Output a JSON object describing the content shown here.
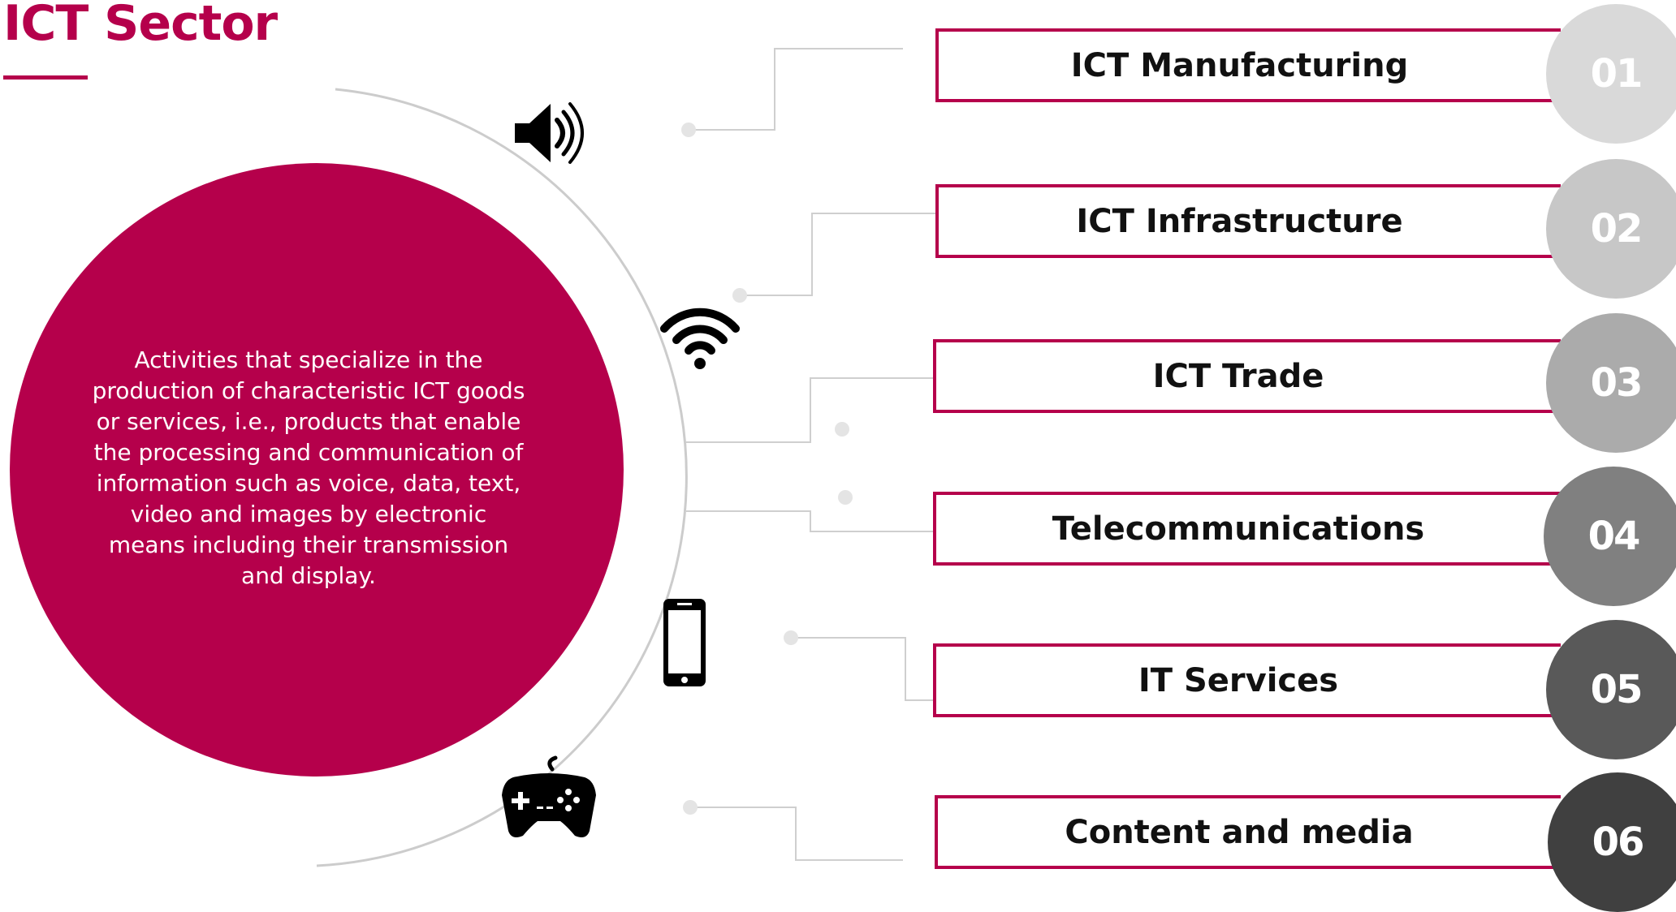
{
  "title": "ICT Sector",
  "description": "Activities that specialize in the production of characteristic ICT goods or services, i.e., products that enable the processing and communication of information such as voice, data, text, video and images by electronic means including their transmission and display.",
  "colors": {
    "accent": "#b5004b",
    "connector": "#cccccc"
  },
  "icons": [
    "speaker-icon",
    "wifi-icon",
    "smartphone-icon",
    "gamepad-icon"
  ],
  "categories": [
    {
      "number": "01",
      "label": "ICT Manufacturing",
      "color": "#d9d9d9"
    },
    {
      "number": "02",
      "label": "ICT Infrastructure",
      "color": "#c7c7c7"
    },
    {
      "number": "03",
      "label": "ICT Trade",
      "color": "#ababab"
    },
    {
      "number": "04",
      "label": "Telecommunications",
      "color": "#808080"
    },
    {
      "number": "05",
      "label": "IT Services",
      "color": "#595959"
    },
    {
      "number": "06",
      "label": "Content and media",
      "color": "#404040"
    }
  ]
}
